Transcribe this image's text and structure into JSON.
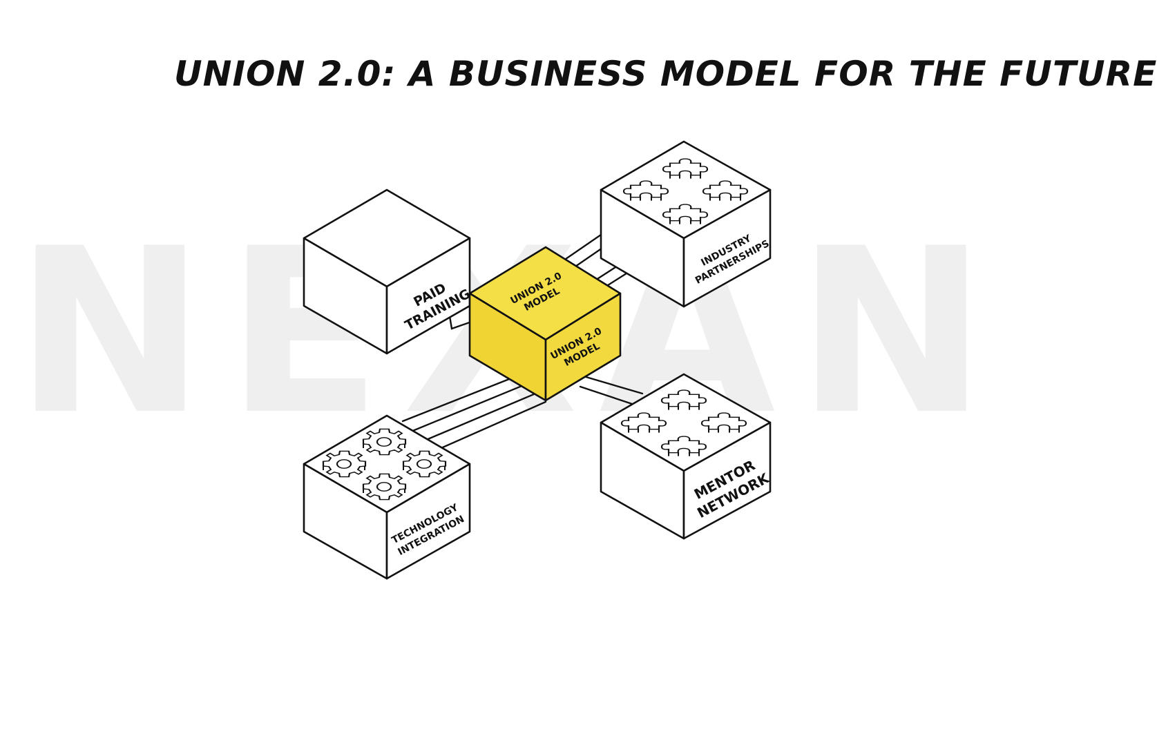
{
  "title": "UNION 2.0: A BUSINESS MODEL FOR THE FUTURE",
  "watermark": "NEXAN",
  "colors": {
    "accent": "#f5df47",
    "ink": "#111111",
    "watermark": "#efefef"
  },
  "center_block": {
    "label_top": [
      "UNION 2.0",
      "MODEL"
    ],
    "label_front": [
      "UNION 2.0",
      "MODEL"
    ]
  },
  "blocks": {
    "paid_training": {
      "label": [
        "PAID",
        "TRAINING"
      ]
    },
    "industry_partnerships": {
      "label": [
        "INDUSTRY",
        "PARTNERSHIPS"
      ],
      "icon": "puzzle-icon"
    },
    "technology_integration": {
      "label": [
        "TECHNOLOGY",
        "INTEGRATION"
      ],
      "icon": "gear-icon"
    },
    "mentor_network": {
      "label": [
        "MENTOR",
        "NETWORK"
      ],
      "icon": "puzzle-icon"
    }
  }
}
